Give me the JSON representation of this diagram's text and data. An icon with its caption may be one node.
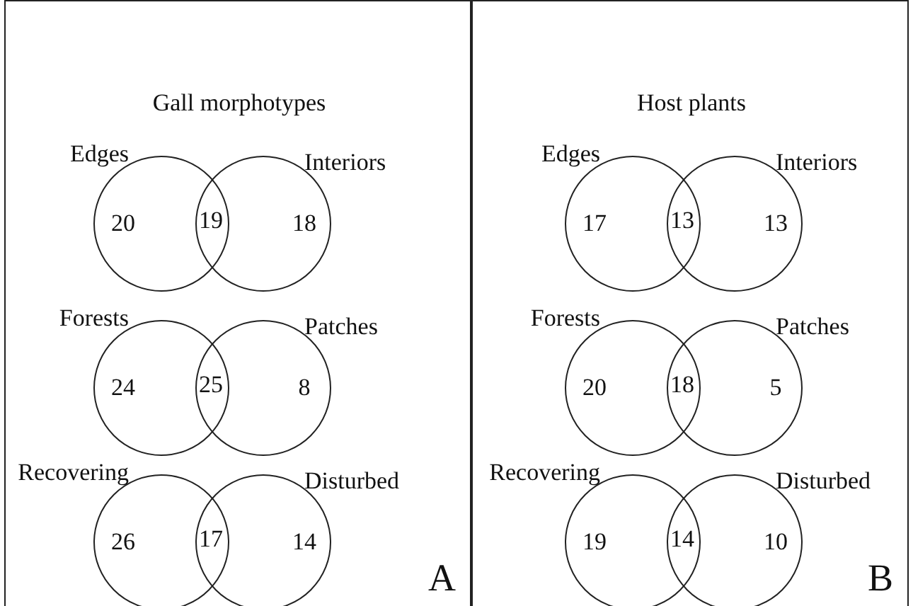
{
  "diagram": {
    "nodes": [
      {
        "text": [
          "Gall morphotypes",
          "A"
        ]
      },
      {
        "text": [
          "20"
        ],
        "in": 0,
        "beside": [
          "Edges"
        ]
      },
      {
        "text": [
          "18"
        ],
        "in": 0,
        "beside": [
          "Interiors"
        ]
      },
      {
        "text": [
          "24"
        ],
        "in": 0,
        "beside": [
          "Forests"
        ]
      },
      {
        "text": [
          "8"
        ],
        "in": 0,
        "beside": [
          "Patches"
        ]
      },
      {
        "text": [
          "26"
        ],
        "in": 0,
        "beside": [
          "Recovering"
        ]
      },
      {
        "text": [
          "14"
        ],
        "in": 0,
        "beside": [
          "Disturbed"
        ]
      },
      {
        "text": [
          "Host plants",
          "B"
        ]
      },
      {
        "text": [
          "17"
        ],
        "in": 7,
        "beside": [
          "Edges"
        ]
      },
      {
        "text": [
          "13"
        ],
        "in": 7,
        "beside": [
          "Interiors"
        ]
      },
      {
        "text": [
          "20"
        ],
        "in": 7,
        "beside": [
          "Forests"
        ]
      },
      {
        "text": [
          "5"
        ],
        "in": 7,
        "beside": [
          "Patches"
        ]
      },
      {
        "text": [
          "19"
        ],
        "in": 7,
        "beside": [
          "Recovering"
        ]
      },
      {
        "text": [
          "10"
        ],
        "in": 7,
        "beside": [
          "Disturbed"
        ]
      }
    ],
    "labels": [
      "19",
      "25",
      "17",
      "13",
      "18",
      "14"
    ]
  }
}
